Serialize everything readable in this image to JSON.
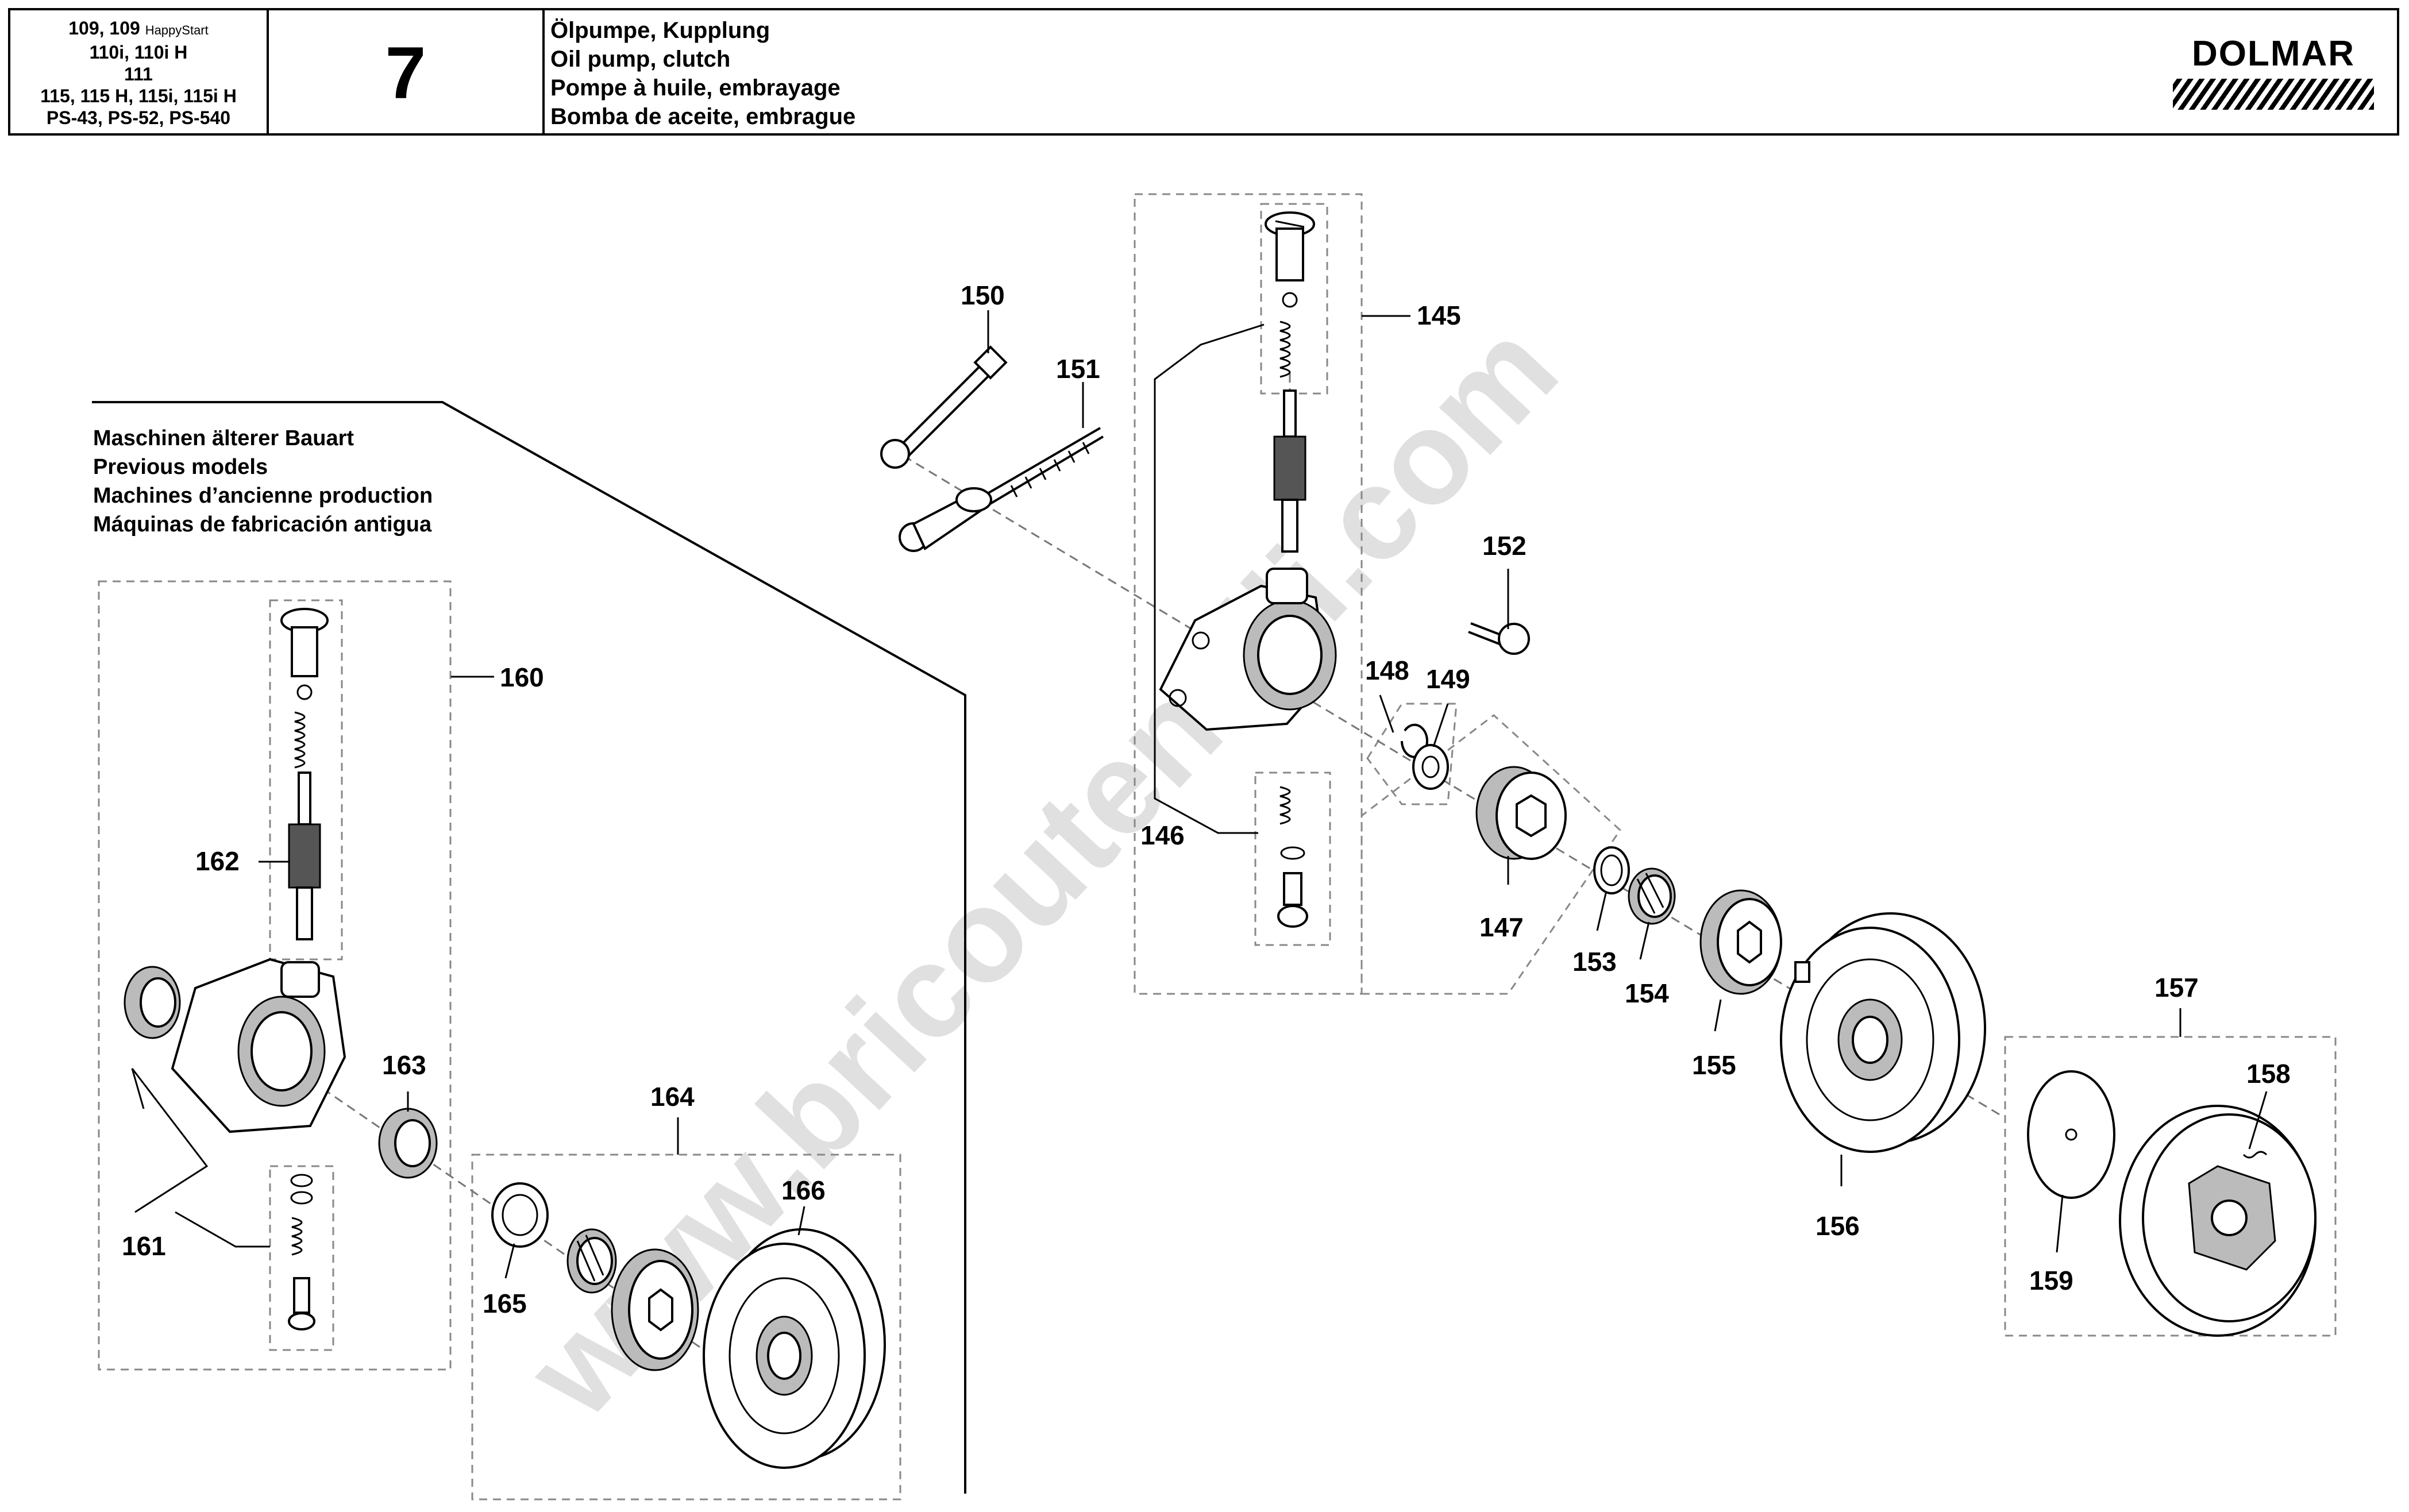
{
  "header": {
    "models": {
      "line1": "109, 109",
      "line1_small": "HappyStart",
      "line2": "110i, 110i H",
      "line3": "111",
      "line4": "115, 115 H, 115i, 115i H",
      "line5": "PS-43, PS-52, PS-540"
    },
    "section_number": "7",
    "titles": [
      "Ölpumpe, Kupplung",
      "Oil pump, clutch",
      "Pompe à huile, embrayage",
      "Bomba de aceite, embrague"
    ],
    "brand": "DOLMAR"
  },
  "note": [
    "Maschinen älterer Bauart",
    "Previous models",
    "Machines d’ancienne production",
    "Máquinas de fabricación antigua"
  ],
  "labels": {
    "p145": "145",
    "p146": "146",
    "p147": "147",
    "p148": "148",
    "p149": "149",
    "p150": "150",
    "p151": "151",
    "p152": "152",
    "p153": "153",
    "p154": "154",
    "p155": "155",
    "p156": "156",
    "p157": "157",
    "p158": "158",
    "p159": "159",
    "p160": "160",
    "p161": "161",
    "p162": "162",
    "p163": "163",
    "p164": "164",
    "p165": "165",
    "p166": "166"
  },
  "watermark": "www.bricoutensili.com"
}
